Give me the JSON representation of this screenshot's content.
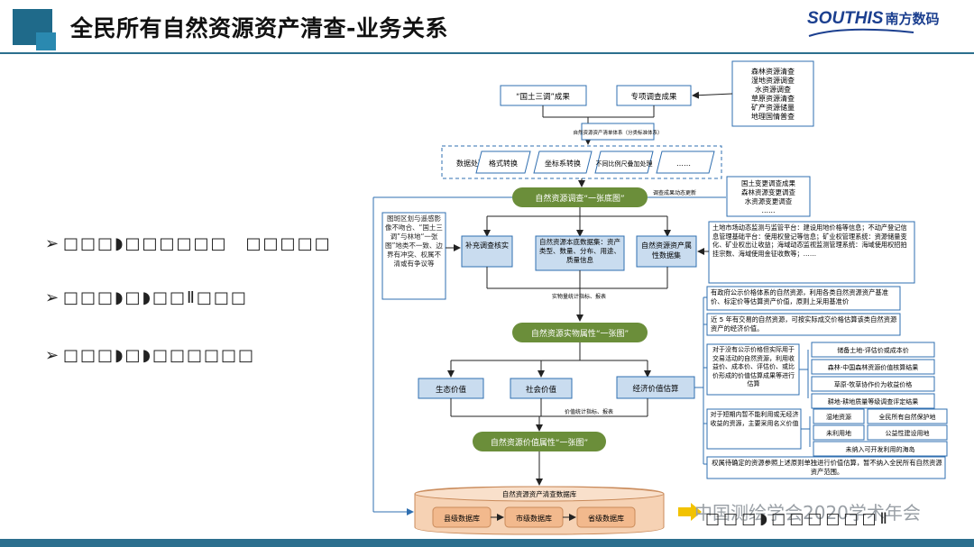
{
  "header": {
    "title": "全民所有自然资源资产清查-业务关系",
    "brand_latin": "SOUTHIS",
    "brand_cn": "南方数码"
  },
  "bullets": [
    "□□□◗□□□□□□　□□□□□",
    "□□□◗□◗□□Ⅱ□□□",
    "□□□◗□◗□□□□□□"
  ],
  "watermark": {
    "text": "中国测绘学会2020学术年会",
    "overlay": "□□□◗□□□□□□Ⅱ"
  },
  "diagram": {
    "src_top_left": "“国土三调”成果",
    "src_top_right": "专项调查成果",
    "special_list": [
      "森林资源清查",
      "湿地资源调查",
      "水资源调查",
      "草原资源清查",
      "矿产资源储量",
      "地理国情普查"
    ],
    "std_label": "自然资源资产清单体系（分类标准体系）",
    "data_proc_label": "数据处理",
    "proc_steps": [
      "格式转换",
      "坐标系转换",
      "不同比例尺叠加处理",
      "……"
    ],
    "base_map": "自然资源调查“一张底图”",
    "update_label": "调查成果动态更新",
    "update_list": [
      "国土变更调查成果",
      "森林资源变更调查",
      "水资源变更调查",
      "……"
    ],
    "left_note": "图斑区划与遥感影像不吻合、“国土三调”与林地“一张图”地类不一致、边界有冲突、权属不清或有争议等",
    "supp_survey": "补充调查核实",
    "base_db": "自然资源本底数据集：资产类型、数量、分布、用途、质量信息",
    "attr_db": "自然资源资产属性数据集",
    "right_info": "土地市场动态监测与监管平台：建设用地价格等信息；不动产登记信息管理基础平台：使用权登记等信息；矿业权管理系统：资源储量变化、矿业权出让收益；海域动态监视监测管理系统：海域使用权招拍挂宗数、海域使用金征收数等；……",
    "stat_label": "实物量统计指标、报表",
    "physical_map": "自然资源实物属性“一张图”",
    "eco_value": "生态价值",
    "social_value": "社会价值",
    "econ_value": "经济价值估算",
    "value_stat_label": "价值统计指标、报表",
    "value_map": "自然资源价值属性“一张图”",
    "price_note_1": "有政府公示价格体系的自然资源，利用各类自然资源资产基准价、标定价等估算资产价值，原则上采用基准价",
    "price_note_2": "近 5 年有交易的自然资源，可按实际成交价格估算该类自然资源资产的经济价值。",
    "price_note_3": "对于没有公示价格但实际用于交易活动的自然资源，利用收益价、成本价、评估价、或比价形成的价值估算成果等进行估算",
    "price_note_4": "对于短期内暂不能利用或无经济收益的资源，主要采用名义价值",
    "price_note_5": "权属待确定的资源参照上述原则单独进行价值估算，暂不纳入全民所有自然资源资产范围。",
    "method_list": [
      "储备土地-评估价或成本价",
      "森林-中国森林资源价值核算结果",
      "草原-牧草协作价为收益价格",
      "耕地-耕地质量等级调查评定结果"
    ],
    "nominal_items": [
      "湿地资源",
      "未利用地",
      "全民所有自然保护地",
      "公益性建设用地",
      "未纳入可开发利用的海岛"
    ],
    "db_title": "自然资源资产清查数据库",
    "db_levels": [
      "县级数据库",
      "市级数据库",
      "省级数据库"
    ],
    "colors": {
      "green": "#6b8e3a",
      "light_blue": "#c9dcef",
      "cylinder": "#f6d2b4",
      "line_blue": "#2f6fb0",
      "red": "#d42020"
    }
  }
}
